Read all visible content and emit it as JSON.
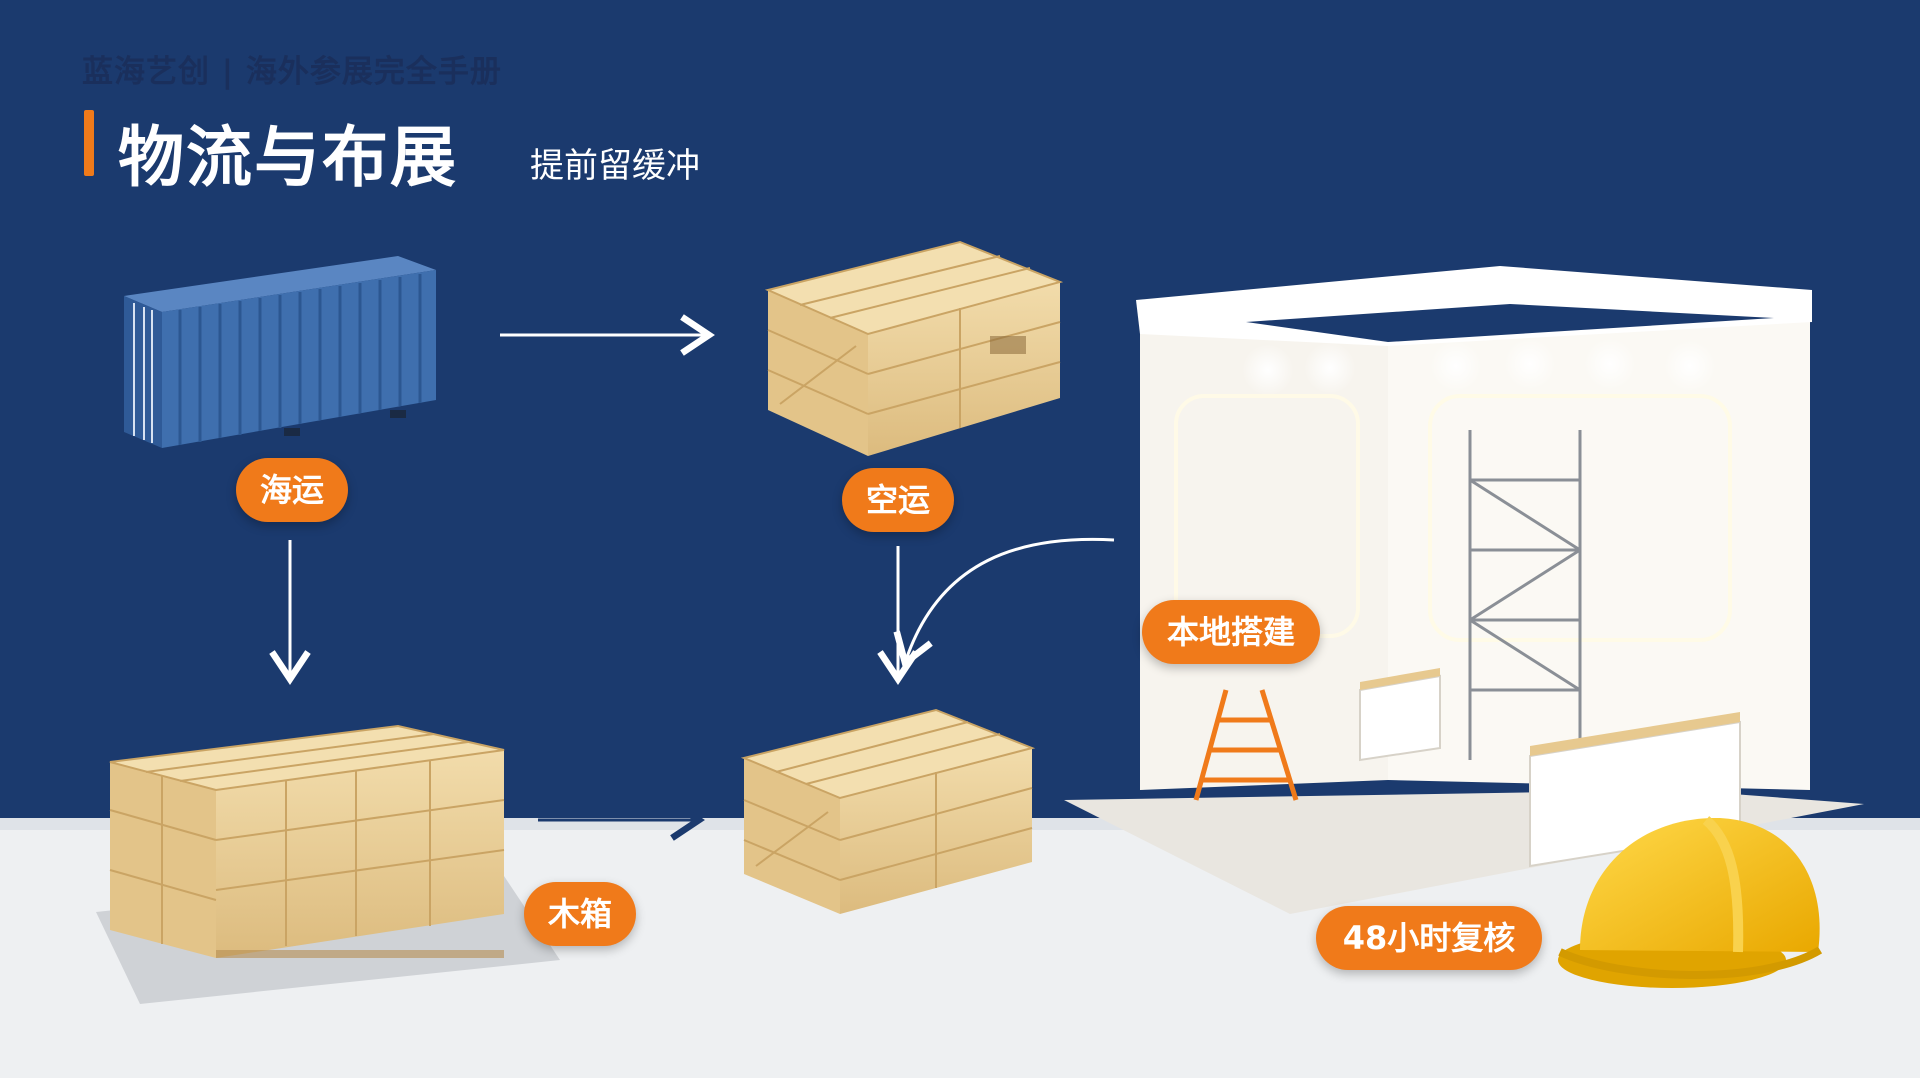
{
  "header": {
    "brand": "蓝海艺创 | 海外参展完全手册",
    "title": "物流与布展",
    "subtitle": "提前留缓冲"
  },
  "labels": {
    "sea": "海运",
    "air": "空运",
    "local_build": "本地搭建",
    "wood_box": "木箱",
    "review": "48小时复核"
  },
  "colors": {
    "navy": "#1b3a6e",
    "accent": "#f07a1a",
    "container_blue": "#3f6fae",
    "wood": "#e9cf9a",
    "helmet": "#f7c21a"
  },
  "icons": {
    "shipping_container": "shipping-container-icon",
    "crate": "wooden-crate-icon",
    "booth": "exhibition-booth-icon",
    "helmet": "hard-hat-icon",
    "arrow": "arrow-icon"
  }
}
